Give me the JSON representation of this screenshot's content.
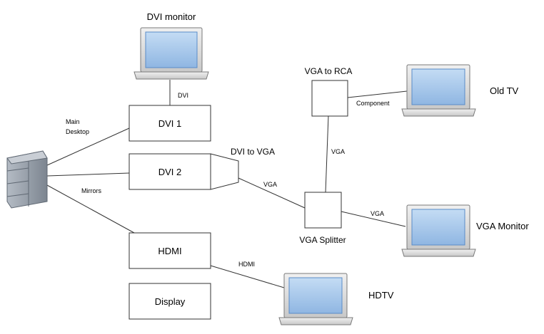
{
  "labels": {
    "dvi_monitor": "DVI monitor",
    "old_tv": "Old TV",
    "vga_monitor": "VGA Monitor",
    "hdtv": "HDTV",
    "vga_to_rca": "VGA to RCA",
    "dvi_to_vga": "DVI to VGA",
    "vga_splitter": "VGA Splitter"
  },
  "ports": {
    "dvi1": "DVI 1",
    "dvi2": "DVI 2",
    "hdmi": "HDMI",
    "display": "Display"
  },
  "connections": {
    "dvi": "DVI",
    "vga_adapter_splitter": "VGA",
    "vga_splitter_rca": "VGA",
    "vga_splitter_monitor": "VGA",
    "component": "Component",
    "hdmi": "HDMI",
    "main_desktop_1": "Main",
    "main_desktop_2": "Desktop",
    "mirrors": "Mirrors"
  },
  "colors": {
    "screen": "#a8c8ec",
    "screen_edge": "#5a8cc8",
    "laptop_body": "#dcdcdc",
    "server": "#9aa2ad",
    "line": "#333333"
  }
}
